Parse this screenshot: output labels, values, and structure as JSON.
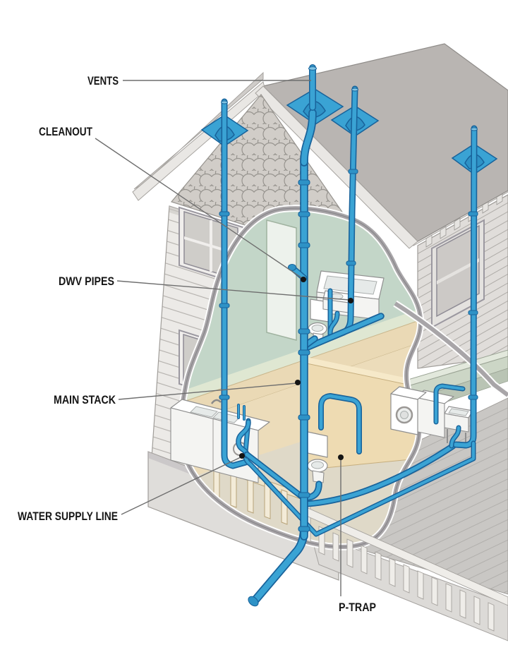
{
  "figure": {
    "type": "cutaway-diagram",
    "subject": "Residential plumbing drain-waste-vent (DWV) system shown in a cutaway two-story house"
  },
  "labels": {
    "vents": "VENTS",
    "cleanout": "CLEANOUT",
    "dwv_pipes": "DWV PIPES",
    "main_stack": "MAIN STACK",
    "water_supply_line": "WATER SUPPLY LINE",
    "p_trap": "P-TRAP"
  },
  "colors": {
    "pipe_blue": "#3aa3d4",
    "pipe_outline": "#19639b",
    "pipe_fitting": "#2e92c6",
    "label_text": "#161616",
    "leader_line": "#6e6e6e",
    "roof_gray": "#b9b5b2",
    "shingle_gray": "#cdc9c4",
    "siding_light": "#eceae7",
    "bathroom_wall_green": "#c3d6c8",
    "kitchen_wall_tan": "#ecdcba"
  },
  "components": [
    "roof",
    "gable-shingles",
    "roof-vent-flashing",
    "vent-pipes",
    "main-stack",
    "cleanout-fitting",
    "sewer-line",
    "water-supply-line",
    "upstairs-bathroom",
    "bathtub",
    "upstairs-toilet",
    "bathroom-sink",
    "kitchen-sink",
    "kitchen-cabinet",
    "downstairs-toilet",
    "washing-machine",
    "laundry-sink",
    "porch-deck",
    "porch-railing",
    "foundation",
    "windows"
  ]
}
